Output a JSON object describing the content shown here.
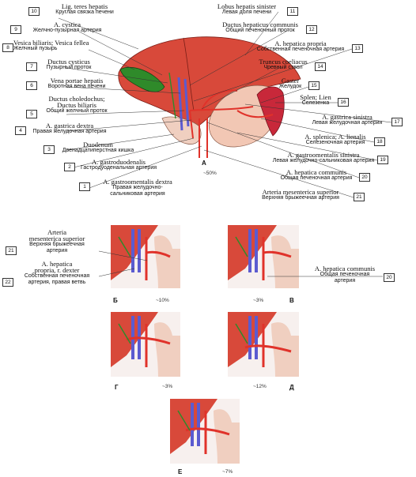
{
  "figure": {
    "main_panel": {
      "letter": "А",
      "percent": "~50%"
    },
    "small_panels": [
      {
        "letter": "Б",
        "percent": "~10%"
      },
      {
        "letter": "В",
        "percent": "~3%"
      },
      {
        "letter": "Г",
        "percent": "~3%"
      },
      {
        "letter": "Д",
        "percent": "~12%"
      },
      {
        "letter": "Е",
        "percent": "~7%"
      }
    ]
  },
  "labels": [
    {
      "num": "1",
      "lat": "A. gastroomentalis dextra",
      "ru": "Правая желудочно-\nсальниковая артерия"
    },
    {
      "num": "2",
      "lat": "A. gastroduodenalis",
      "ru": "Гастродуоденальная артерия"
    },
    {
      "num": "3",
      "lat": "Duodenum",
      "ru": "Двенадцатиперстная кишка"
    },
    {
      "num": "4",
      "lat": "A. gastrica dextra",
      "ru": "Правая желудочная артерия"
    },
    {
      "num": "5",
      "lat": "Ductus choledochus;\nDuctus biliaris",
      "ru": "Общий желчный проток"
    },
    {
      "num": "6",
      "lat": "Vena portae hepatis",
      "ru": "Воротная вена печени"
    },
    {
      "num": "7",
      "lat": "Ductus cysticus",
      "ru": "Пузырный проток"
    },
    {
      "num": "8",
      "lat": "Vesica biliaris; Vesica fellea",
      "ru": "Желчный пузырь"
    },
    {
      "num": "9",
      "lat": "A. cystica",
      "ru": "Желчно-пузырная артерия"
    },
    {
      "num": "10",
      "lat": "Lig. teres hepatis",
      "ru": "Круглая связка печени"
    },
    {
      "num": "11",
      "lat": "Lobus hepatis sinister",
      "ru": "Левая доля печени"
    },
    {
      "num": "12",
      "lat": "Ductus hepaticus communis",
      "ru": "Общий печеночный проток"
    },
    {
      "num": "13",
      "lat": "A. hepatica propria",
      "ru": "Собственная печеночная артерия"
    },
    {
      "num": "14",
      "lat": "Truncus coeliacus",
      "ru": "Чревный ствол"
    },
    {
      "num": "15",
      "lat": "Gaster",
      "ru": "Желудок"
    },
    {
      "num": "16",
      "lat": "Splen; Lien",
      "ru": "Селезенка"
    },
    {
      "num": "17",
      "lat": "A. gastrica sinistra",
      "ru": "Левая желудочная артерия"
    },
    {
      "num": "18",
      "lat": "A. splenica; A. lienalis",
      "ru": "Селезеночная артерия"
    },
    {
      "num": "19",
      "lat": "A. gastroomentalis sinistra",
      "ru": "Левая желудочно-сальниковая артерия"
    },
    {
      "num": "20",
      "lat": "A. hepatica communis",
      "ru": "Общая печеночная артерия"
    },
    {
      "num": "21",
      "lat": "Arteria mesenterica superior",
      "ru": "Верхняя брыжеечная артерия"
    }
  ],
  "variant_labels": [
    {
      "num": "21",
      "lat": "Arteria\nmesenterica superior",
      "ru": "Верхняя брыжеечная\nартерия"
    },
    {
      "num": "22",
      "lat": "A. hepatica\npropria, r. dexter",
      "ru": "Собственная печеночная\nартерия, правая ветвь"
    },
    {
      "num": "20",
      "lat": "A. hepatica communis",
      "ru": "Общая печеночная\nартерия"
    }
  ],
  "colors": {
    "liver": "#d8493a",
    "artery": "#e0322a",
    "vein": "#5b5bd0",
    "gallbladder": "#2f8a2a",
    "stomach": "#f2c7b4",
    "spleen": "#c8283a"
  }
}
